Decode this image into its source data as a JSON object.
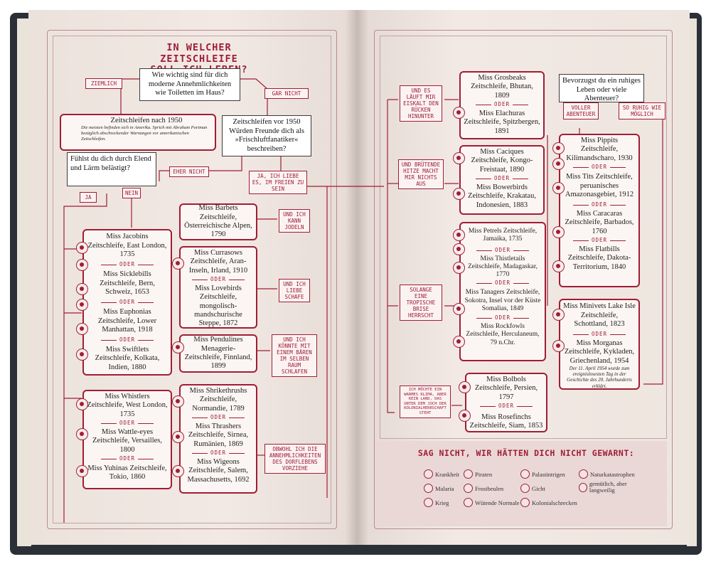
{
  "left": {
    "title_line1": "IN WELCHER ZEITSCHLEIFE",
    "title_line2": "SOLL ICH LEBEN?",
    "q1": "Wie wichtig sind für dich moderne Annehmlichkeiten wie Toiletten im Haus?",
    "lab_ziemlich": "ZIEMLICH",
    "lab_gar_nicht": "GAR NICHT",
    "b_nach1950_title": "Zeitschleifen nach 1950",
    "b_nach1950_note": "Die meisten befinden sich in Amerika. Sprich mit Abraham Portman bezüglich abschreckender Warnungen vor amerikanischen Zeitschleifen.",
    "q2": "Zeitschleifen vor 1950 Würden Freunde dich als »Frischluftfanatiker« beschreiben?",
    "q3": "Fühlst du dich durch Elend und Lärm belästigt?",
    "lab_eher_nicht": "EHER NICHT",
    "lab_ja_liebe": "JA, ICH LIEBE ES, IM FREIEN ZU SEIN",
    "lab_ja": "JA",
    "lab_nein": "NEIN",
    "b_barbets": "Miss Barbets Zeitschleife, Österreichische Alpen, 1790",
    "lab_jodeln": "UND ICH KANN JODELN",
    "box_a": [
      "Miss Jacobins Zeitschleife, East London, 1735",
      "Miss Sicklebills Zeitschleife, Bern, Schweiz, 1653",
      "Miss Euphonias Zeitschleife, Lower Manhattan, 1918",
      "Miss Swiftlets Zeitschleife, Kolkata, Indien, 1880"
    ],
    "box_b": [
      "Miss Currasows Zeitschleife, Aran-Inseln, Irland, 1910",
      "Miss Lovebirds Zeitschleife, mongolisch-mandschurische Steppe, 1872"
    ],
    "lab_schafe": "UND ICH LIEBE SCHAFE",
    "b_pendulines": "Miss Pendulines Menagerie-Zeitschleife, Finnland, 1899",
    "lab_baeren": "UND ICH KÖNNTE MIT EINEM BÄREN IM SELBEN RAUM SCHLAFEN",
    "box_c": [
      "Miss Whistlers Zeitschleife, West London, 1735",
      "Miss Wattle-eyes Zeitschleife, Versailles, 1800",
      "Miss Yuhinas Zeitschleife, Tokio, 1860"
    ],
    "box_d": [
      "Miss Shrikethrushs Zeitschleife, Normandie, 1789",
      "Miss Thrashers Zeitschleife, Sirnea, Rumänien, 1869",
      "Miss Wigeons Zeitschleife, Salem, Massachusetts, 1692"
    ],
    "lab_obwohl": "OBWOHL ICH DIE ANNEHMLICHKEITEN DES DORFLEBENS VORZIEHE",
    "oder": "ODER"
  },
  "right": {
    "lab_eiskalt": "UND ES LÄUFT MIR EISKALT DEN RÜCKEN HINUNTER",
    "box_e": [
      "Miss Grosbeaks Zeitschleife, Bhutan, 1809",
      "Miss Elachuras Zeitschleife, Spitzbergen, 1891"
    ],
    "q4": "Bevorzugst du ein ruhiges Leben oder viele Abenteuer?",
    "lab_voller": "VOLLER ABENTEUER",
    "lab_so_ruhig": "SO RUHIG WIE MÖGLICH",
    "lab_hitze": "UND BRÜTENDE HITZE MACHT MIR NICHTS AUS",
    "box_f": [
      "Miss Caciques Zeitschleife, Kongo-Freistaat, 1890",
      "Miss Bowerbirds Zeitschleife, Krakatau, Indonesien, 1883"
    ],
    "box_g": [
      "Miss Pippits Zeitschleife, Kilimandscharo, 1930",
      "Miss Tits Zeitschleife, peruanisches Amazonasgebiet, 1912",
      "Miss Caracaras Zeitschleife, Barbados, 1760",
      "Miss Flatbills Zeitschleife, Dakota-Territorium, 1840"
    ],
    "lab_brise": "SOLANGE EINE TROPISCHE BRISE HERRSCHT",
    "box_h": [
      "Miss Petrels Zeitschleife, Jamaika, 1735",
      "Miss Thistletails Zeitschleife, Madagaskar, 1770",
      "Miss Tanagers Zeitschleife, Sokotra, Insel vor der Küste Somalias, 1849",
      "Miss Rockfowls Zeitschleife, Herculaneum, 79 n.Chr."
    ],
    "box_i": [
      "Miss Minivets Lake Isle Zeitschleife, Schottland, 1823",
      "Miss Morganas Zeitschleife, Kykladen, Griechenland, 1954"
    ],
    "box_i_note": "Der 11. April 1954 wurde zum ereignislosesten Tag in der Geschichte des 20. Jahrhunderts erklärt.",
    "lab_warmes": "ICH MÖCHTE EIN WARMES KLIMA, ABER KEIN LAND, DAS UNTER DEM JOCH DER KOLONIALHERRSCHAFT STEHT",
    "box_j": [
      "Miss Bolbols Zeitschleife, Persien, 1797",
      "Miss Rosefinchs Zeitschleife, Siam, 1853"
    ],
    "warn_title": "SAG NICHT, WIR HÄTTEN DICH NICHT GEWARNT:",
    "legend": [
      "Krankheit",
      "Piraten",
      "Palastintrigen",
      "Naturkatastrophen",
      "Malaria",
      "Frostbeulen",
      "Gicht",
      "gemütlich, aber langweilig",
      "Krieg",
      "Wütende Normale",
      "Kolonialschrecken"
    ],
    "oder": "ODER"
  },
  "colors": {
    "accent": "#a01d35",
    "page": "#efe6e0",
    "cover": "#2b3038"
  }
}
